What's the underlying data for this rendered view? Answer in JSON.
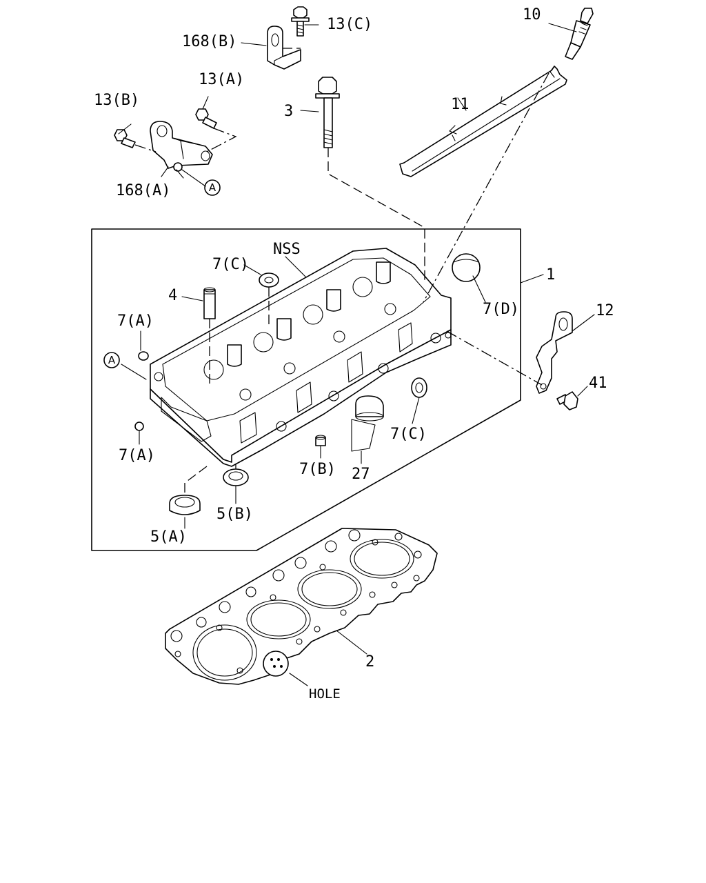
{
  "labels": {
    "p13c": "13(C)",
    "p10": "10",
    "p168b": "168(B)",
    "p13a": "13(A)",
    "p13b": "13(B)",
    "p3": "3",
    "p11": "11",
    "p168a": "168(A)",
    "ref_a_top": "A",
    "nss": "NSS",
    "p7c_top": "7(C)",
    "p1": "1",
    "p4": "4",
    "p7d": "7(D)",
    "p12": "12",
    "p7a_top": "7(A)",
    "ref_a_left": "A",
    "p41": "41",
    "p7c_bottom": "7(C)",
    "p7a_bottom": "7(A)",
    "p7b": "7(B)",
    "p27": "27",
    "p5b": "5(B)",
    "p5a": "5(A)",
    "p2": "2",
    "hole": "HOLE"
  }
}
